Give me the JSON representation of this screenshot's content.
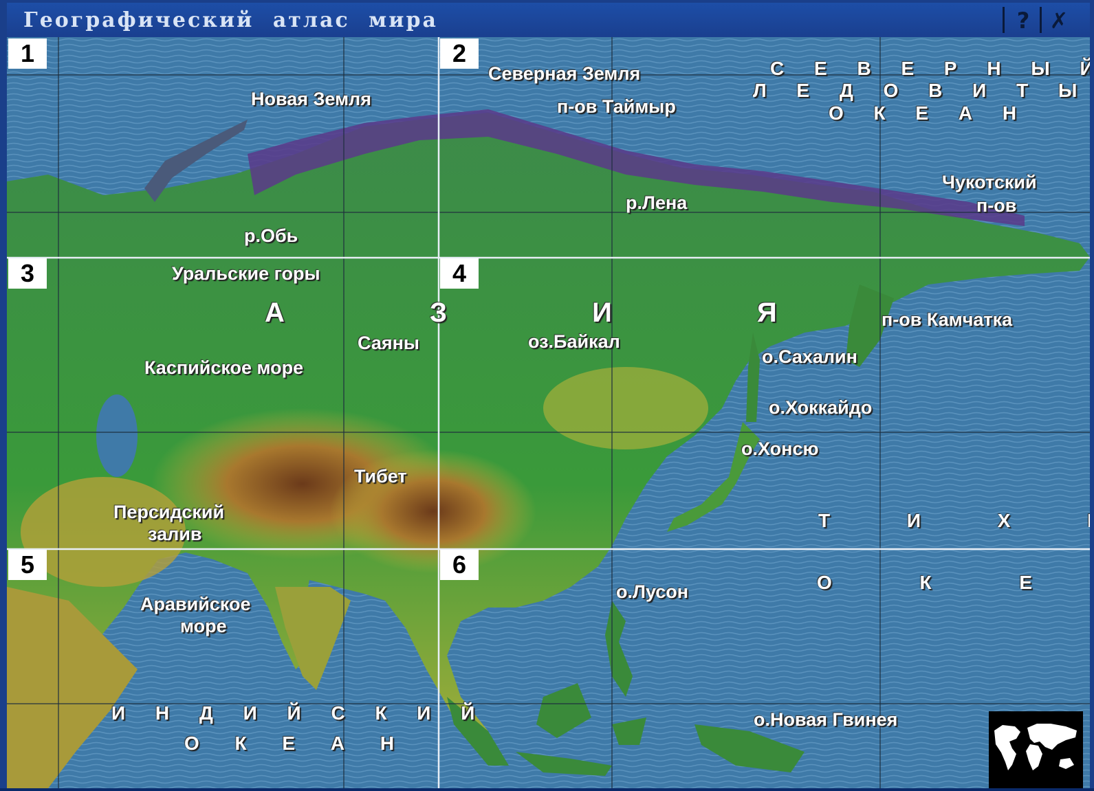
{
  "window": {
    "title": "Географический атлас мира",
    "help_label": "?",
    "close_label": "✗"
  },
  "map": {
    "sectors": [
      "1",
      "2",
      "3",
      "4",
      "5",
      "6"
    ],
    "labels": {
      "novaya_zemlya": "Новая Земля",
      "severnaya_zemlya": "Северная Земля",
      "taimyr": "п-ов Таймыр",
      "arctic_ocean_1": "С Е В Е Р Н Ы Й",
      "arctic_ocean_2": "Л Е Д О В И Т Ы Й",
      "arctic_ocean_3": "О К Е А Н",
      "chukotka_1": "Чукотский",
      "chukotka_2": "п-ов",
      "lena": "р.Лена",
      "ob": "р.Обь",
      "urals": "Уральские горы",
      "asia": "А З И Я",
      "sayany": "Саяны",
      "baikal": "оз.Байкал",
      "kamchatka": "п-ов Камчатка",
      "sakhalin": "о.Сахалин",
      "caspian": "Каспийское море",
      "hokkaido": "о.Хоккайдо",
      "honshu": "о.Хонсю",
      "tibet": "Тибет",
      "persian_gulf_1": "Персидский",
      "persian_gulf_2": "залив",
      "pacific_1": "Т И Х И Й",
      "pacific_2": "О К Е А Н",
      "luzon": "о.Лусон",
      "arabian_sea_1": "Аравийское",
      "arabian_sea_2": "море",
      "indian_ocean_1": "И Н Д И Й С К И Й",
      "indian_ocean_2": "О К Е А Н",
      "new_guinea": "о.Новая Гвинея"
    }
  },
  "colors": {
    "ocean": "#3f7aa8",
    "lowland": "#3a8a3a",
    "upland": "#b9b43a",
    "mountain": "#8a5a2a",
    "tundra": "#5a3a8a"
  },
  "icons": {
    "world_map": "world-map-icon"
  }
}
